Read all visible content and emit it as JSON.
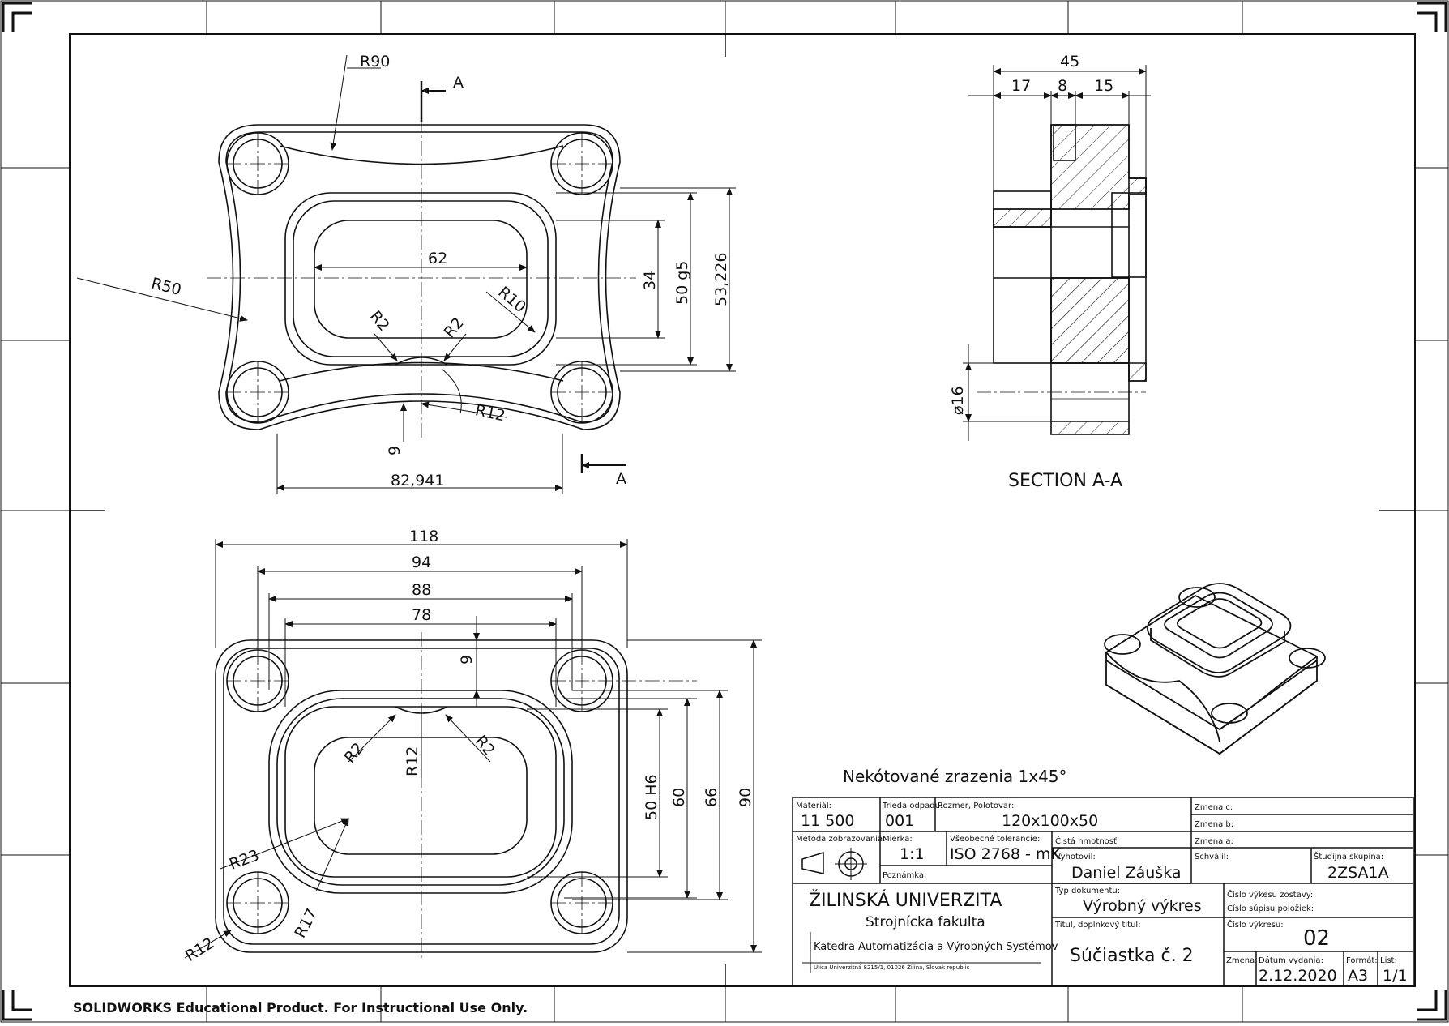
{
  "drawing": {
    "front_view": {
      "dims": {
        "r90": "R90",
        "r50": "R50",
        "width_62": "62",
        "r10": "R10",
        "r2_left": "R2",
        "r2_right": "R2",
        "r12": "R12",
        "d9": "9",
        "d82941": "82,941",
        "h34": "34",
        "h50g5": "50 g5",
        "h53226": "53,226"
      },
      "section_arrow_top": "A",
      "section_arrow_bottom": "A"
    },
    "section_view": {
      "dims": {
        "d45": "45",
        "d17": "17",
        "d8": "8",
        "d15": "15",
        "dia16": "⌀16"
      },
      "title": "SECTION A-A"
    },
    "top_view": {
      "dims": {
        "w118": "118",
        "w94": "94",
        "w88": "88",
        "w78": "78",
        "d9": "9",
        "r2_left": "R2",
        "r2_right": "R2",
        "r12_center": "R12",
        "h50h6": "50 H6",
        "h60": "60",
        "h66": "66",
        "h90": "90",
        "r23": "R23",
        "r17": "R17",
        "r12_corner": "R12"
      }
    },
    "note": "Nekótované zrazenia 1x45°"
  },
  "title_block": {
    "material_label": "Materiál:",
    "material": "11 500",
    "waste_label": "Trieda odpadu:",
    "waste": "001",
    "stock_label": "Rozmer, Polotovar:",
    "stock": "120x100x50",
    "change_c": "Zmena c:",
    "change_b": "Zmena b:",
    "change_a": "Zmena a:",
    "projection_label": "Metóda zobrazovania:",
    "scale_label": "Mierka:",
    "scale": "1:1",
    "tolerance_label": "Všeobecné tolerancie:",
    "tolerance": "ISO 2768 - mK",
    "mass_label": "Čistá hmotnosť:",
    "author_label": "Vyhotovil:",
    "author": "Daniel Záuška",
    "approved_label": "Schválil:",
    "group_label": "Študijná skupina:",
    "group": "2ZSA1A",
    "remark_label": "Poznámka:",
    "university": "ŽILINSKÁ UNIVERZITA",
    "faculty": "Strojnícka fakulta",
    "department": "Katedra Automatizácia a Výrobných Systémov",
    "address": "Ulica Univerzitná 8215/1, 01026 Žilina, Slovak republic",
    "doc_type_label": "Typ dokumentu:",
    "doc_type": "Výrobný výkres",
    "assembly_no_label": "Číslo výkesu zostavy:",
    "parts_list_label": "Číslo súpisu položiek:",
    "title_label": "Titul, doplnkový titul:",
    "title": "Súčiastka č. 2",
    "drawing_no_label": "Číslo výkresu:",
    "drawing_no": "02",
    "revision_label": "Zmena:",
    "issue_date_label": "Dátum vydania:",
    "issue_date": "2.12.2020",
    "format_label": "Formát:",
    "format": "A3",
    "sheet_label": "List:",
    "sheet": "1/1"
  },
  "watermark": "SOLIDWORKS Educational Product. For Instructional Use Only."
}
